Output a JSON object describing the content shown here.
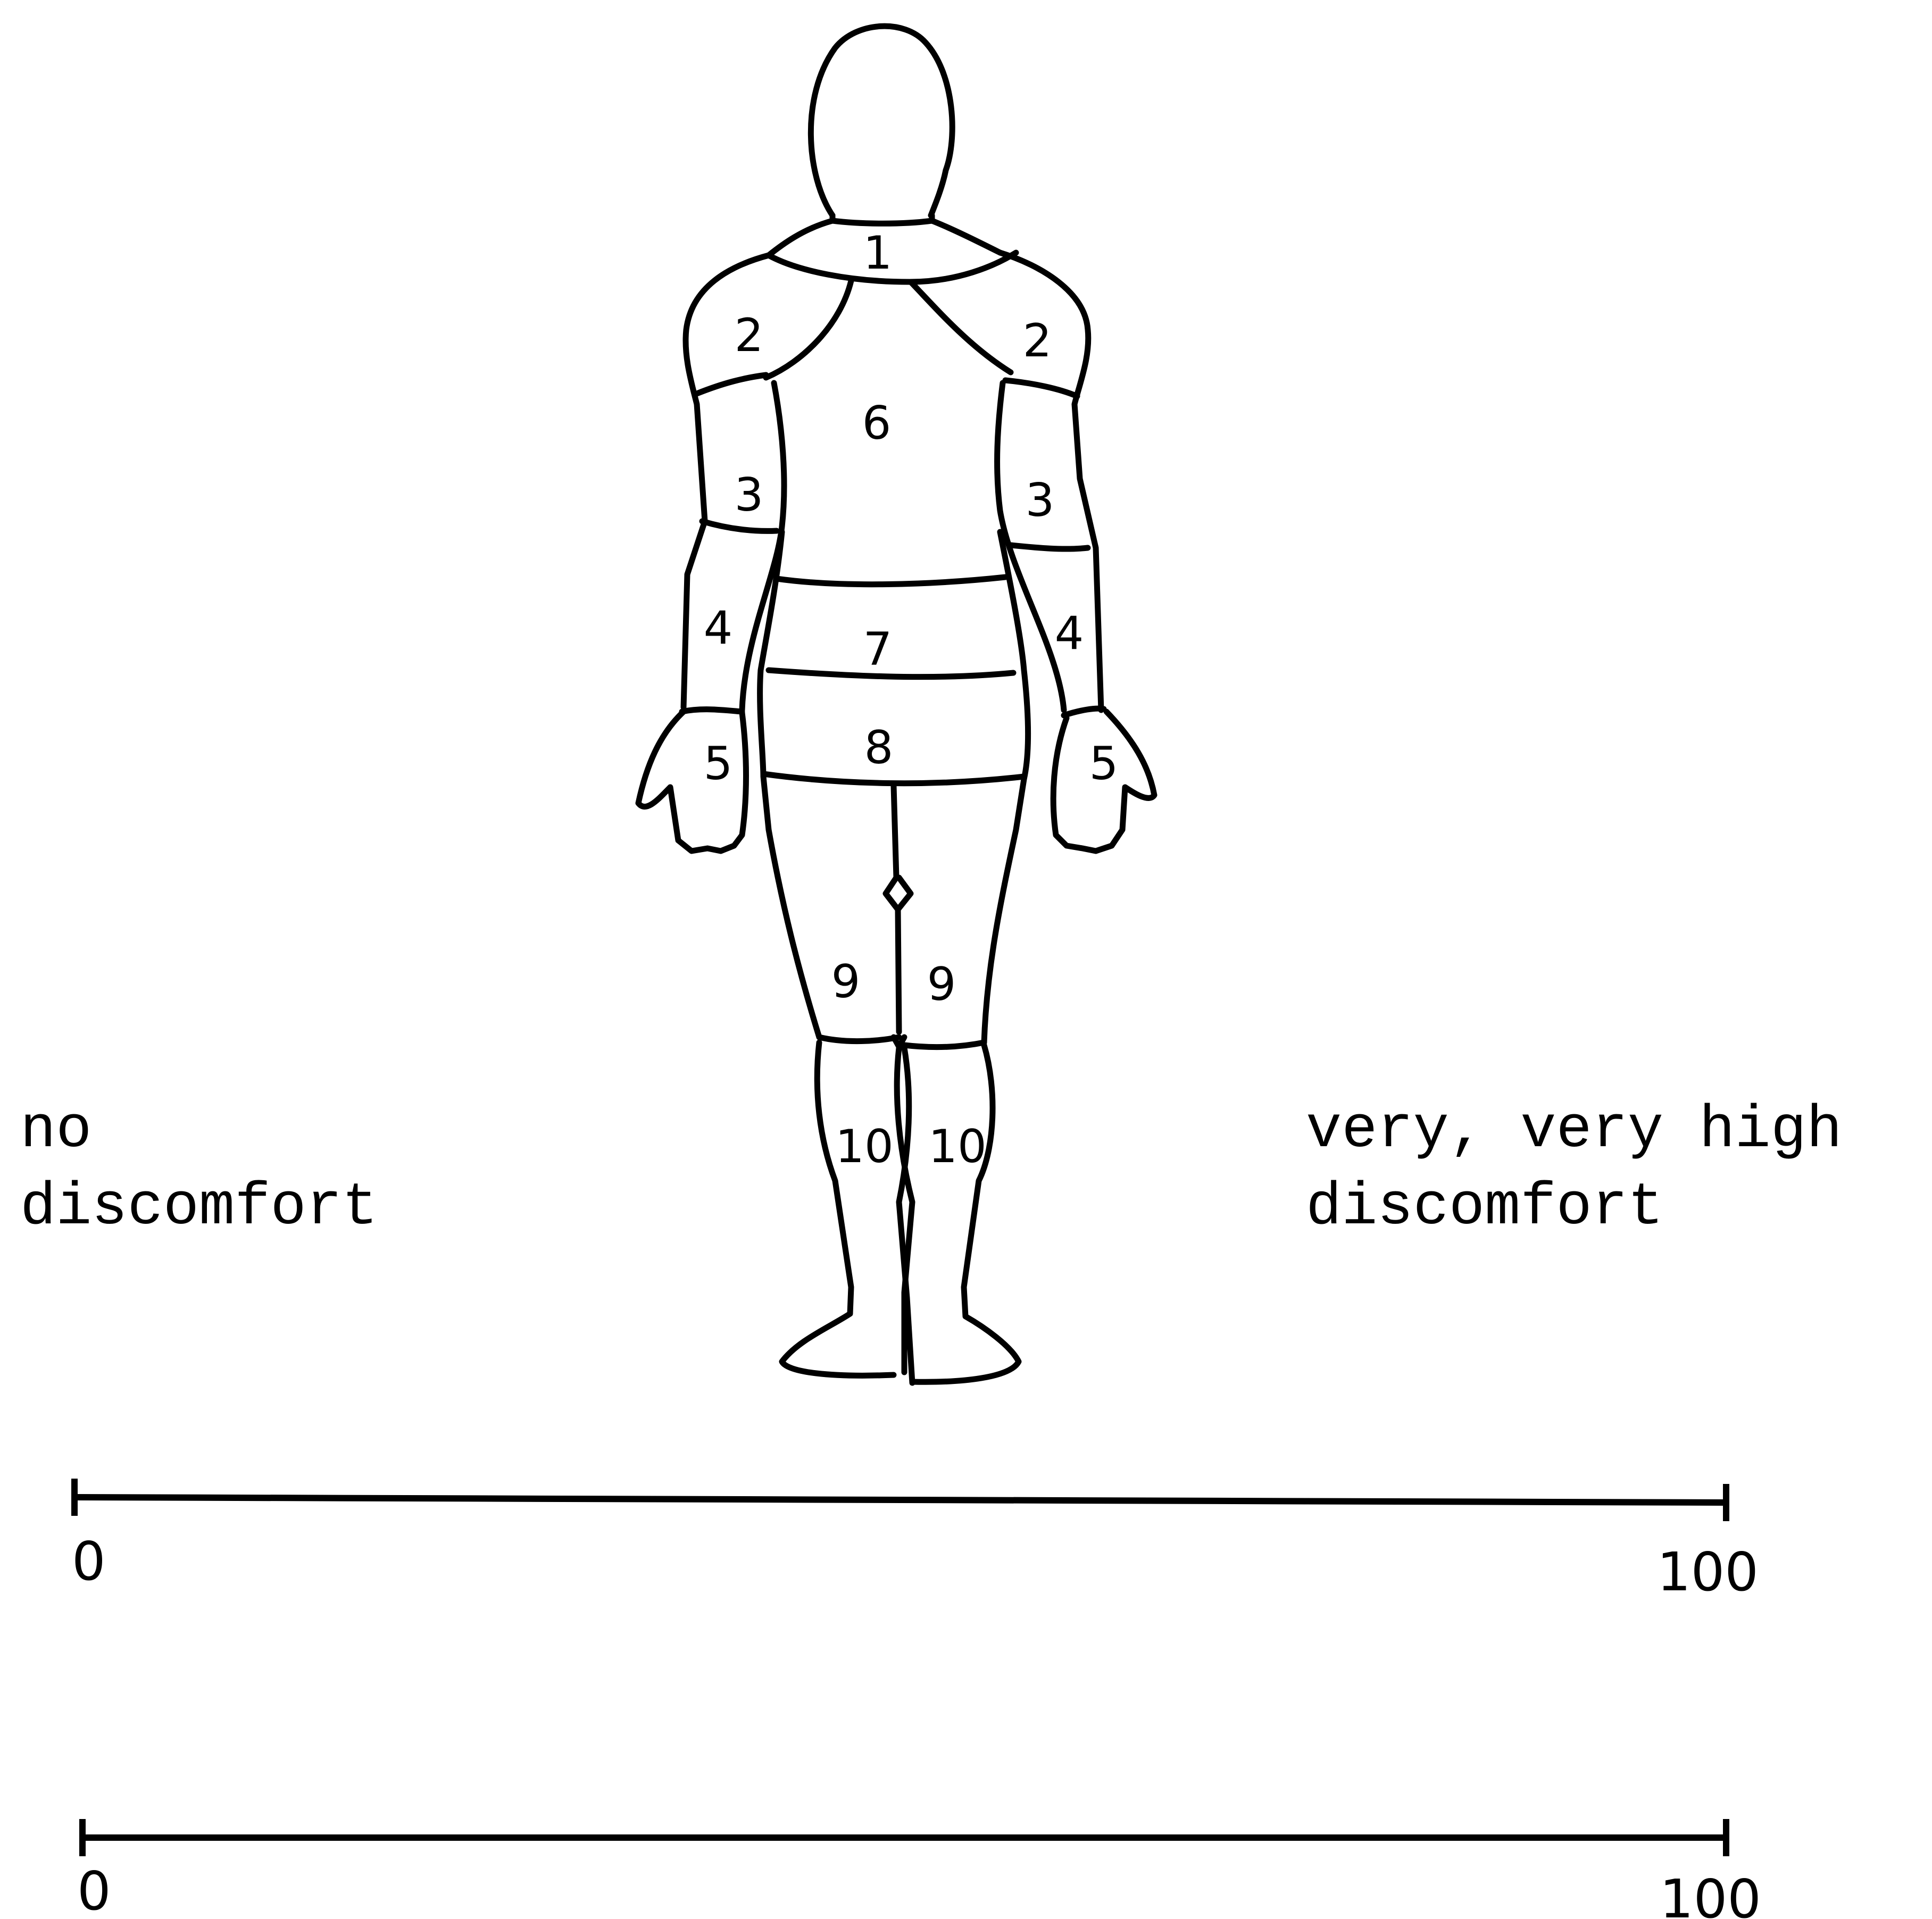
{
  "body_regions": [
    {
      "id": "neck",
      "label": "1"
    },
    {
      "id": "shoulder-left",
      "label": "2"
    },
    {
      "id": "shoulder-right",
      "label": "2"
    },
    {
      "id": "upper-arm-left",
      "label": "3"
    },
    {
      "id": "upper-arm-right",
      "label": "3"
    },
    {
      "id": "forearm-left",
      "label": "4"
    },
    {
      "id": "forearm-right",
      "label": "4"
    },
    {
      "id": "hand-left",
      "label": "5"
    },
    {
      "id": "hand-right",
      "label": "5"
    },
    {
      "id": "upper-back",
      "label": "6"
    },
    {
      "id": "lower-back",
      "label": "7"
    },
    {
      "id": "buttocks",
      "label": "8"
    },
    {
      "id": "thigh-left",
      "label": "9"
    },
    {
      "id": "thigh-right",
      "label": "9"
    },
    {
      "id": "lower-leg-left",
      "label": "10"
    },
    {
      "id": "lower-leg-right",
      "label": "10"
    }
  ],
  "anchors": {
    "low": {
      "line1": "no",
      "line2": "discomfort"
    },
    "high": {
      "line1": "very, very high",
      "line2": "discomfort"
    }
  },
  "scales": [
    {
      "min_label": "0",
      "max_label": "100"
    },
    {
      "min_label": "0",
      "max_label": "100"
    }
  ]
}
